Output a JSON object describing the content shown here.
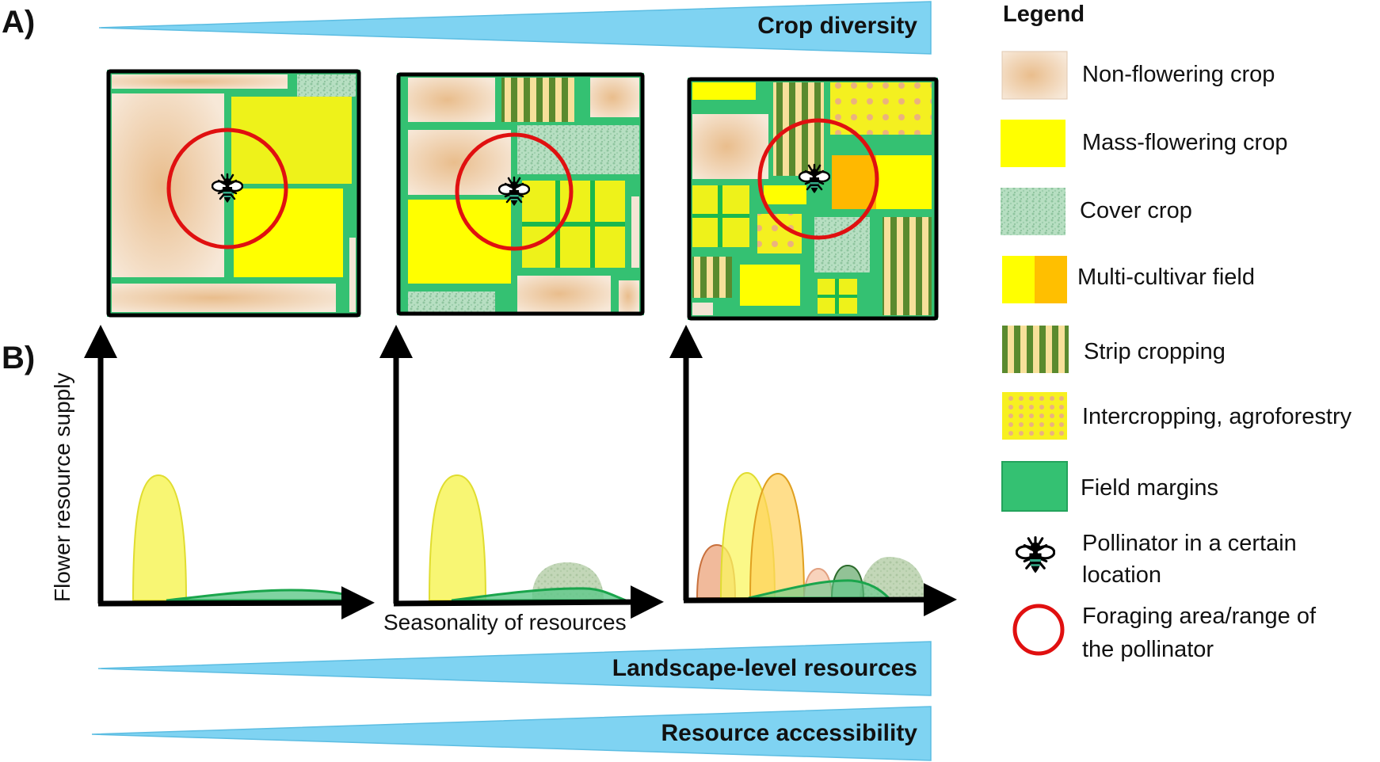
{
  "panel_labels": {
    "a": "A)",
    "b": "B)"
  },
  "wedges": {
    "crop_diversity": "Crop diversity",
    "landscape_resources": "Landscape-level resources",
    "resource_accessibility": "Resource accessibility"
  },
  "axes": {
    "ylabel": "Flower resource supply",
    "xlabel": "Seasonality of resources"
  },
  "legend": {
    "title": "Legend",
    "items": [
      {
        "key": "non-flowering",
        "label": "Non-flowering crop"
      },
      {
        "key": "mass-flowering",
        "label": "Mass-flowering crop"
      },
      {
        "key": "cover",
        "label": "Cover crop"
      },
      {
        "key": "multi-cultivar",
        "label": "Multi-cultivar field"
      },
      {
        "key": "strip",
        "label": "Strip cropping"
      },
      {
        "key": "intercrop",
        "label": "Intercropping, agroforestry"
      },
      {
        "key": "margins",
        "label": "Field margins"
      },
      {
        "key": "pollinator",
        "label_line1": "Pollinator in a certain",
        "label_line2": "location"
      },
      {
        "key": "foraging",
        "label_line1": "Foraging area/range of",
        "label_line2": "the pollinator"
      }
    ]
  },
  "colors": {
    "wedge": "#7fd3f2",
    "non_flowering": "#f2dcc4",
    "mass_flowering": "#ffff00",
    "cover": "#a9d8b8",
    "multi_orange": "#ffb800",
    "strip_dark": "#5a8a2e",
    "strip_light": "#f7e09a",
    "intercrop_dot": "#e8b07a",
    "margin": "#34c172",
    "foraging_ring": "#e01010"
  }
}
